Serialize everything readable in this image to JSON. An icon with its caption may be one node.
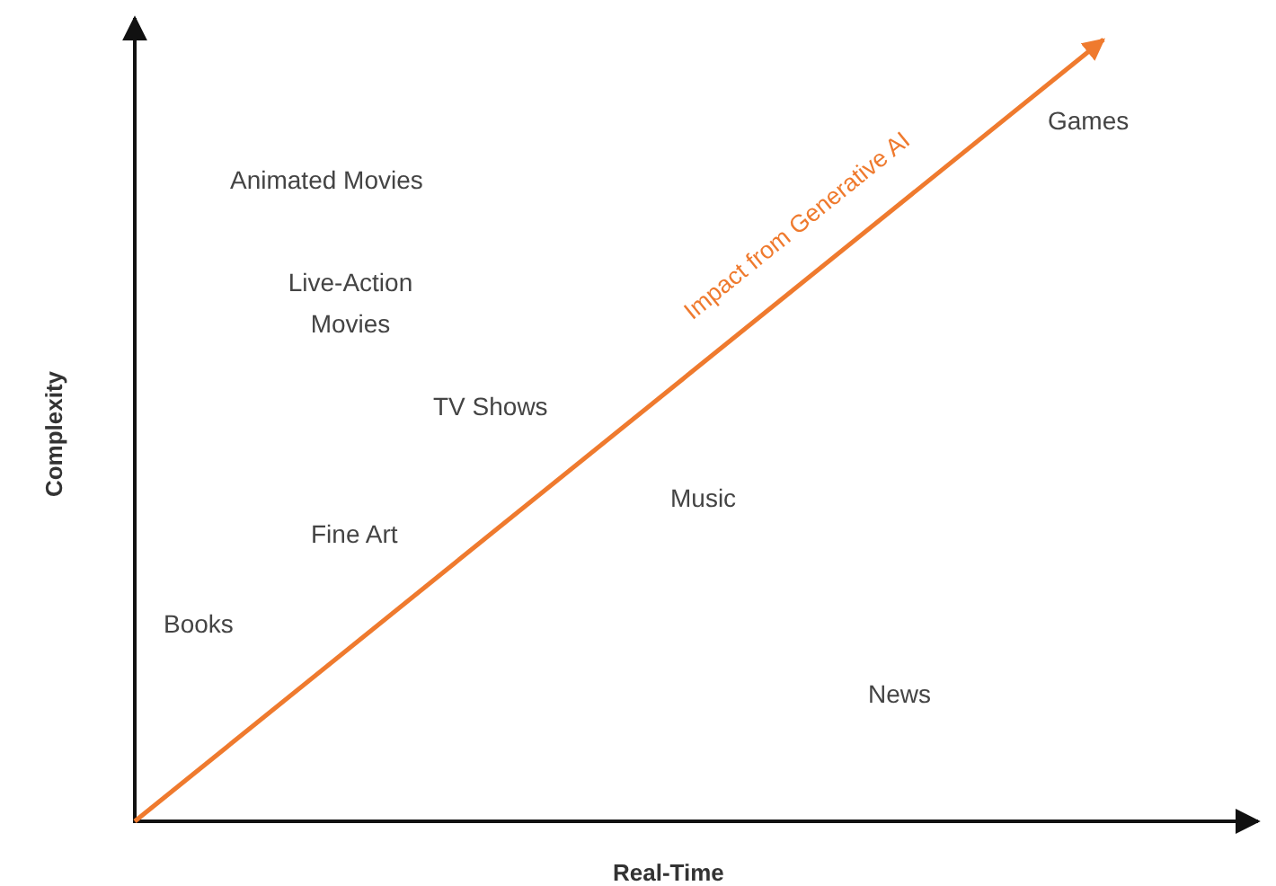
{
  "diagram": {
    "labels": [
      "Games",
      "Animated Movies",
      "Impact from Generative AI",
      "Live-Action Movies",
      "TV Shows",
      "Music",
      "Fine Art",
      "Books",
      "News",
      "Complexity",
      "Real-Time"
    ]
  }
}
